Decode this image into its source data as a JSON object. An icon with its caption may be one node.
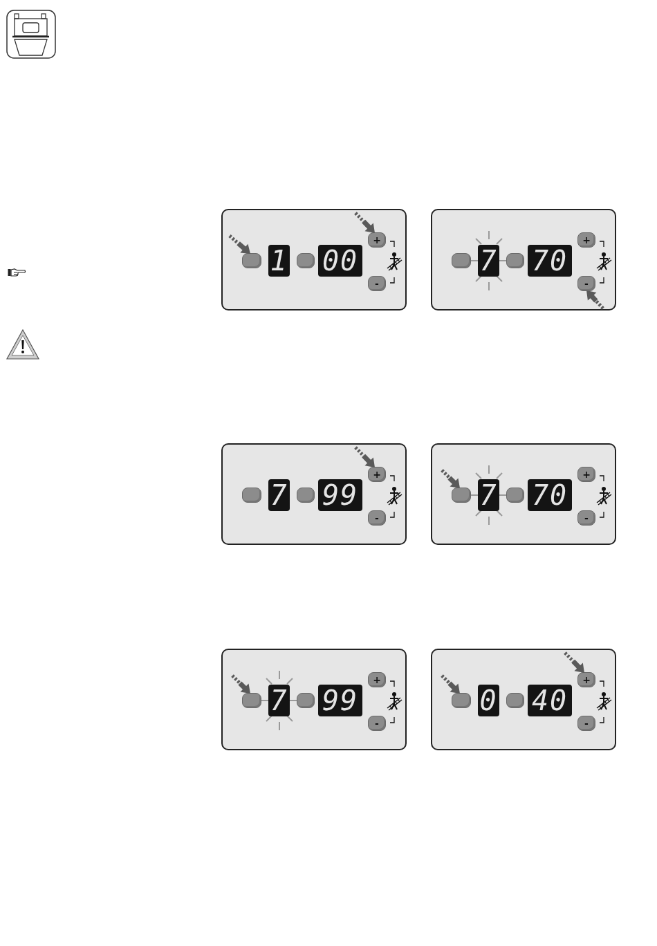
{
  "diagram": {
    "labels": [
      "+",
      "1",
      "00",
      "-",
      "+",
      "7",
      "70",
      "-",
      "+",
      "7",
      "99",
      "-",
      "+",
      "7",
      "70",
      "-",
      "+",
      "7",
      "99",
      "-",
      "+",
      "0",
      "40",
      "-"
    ]
  }
}
